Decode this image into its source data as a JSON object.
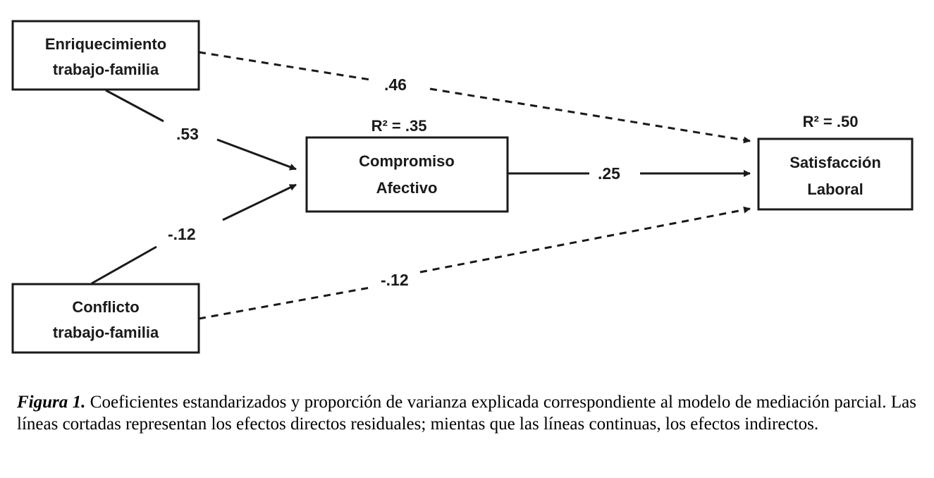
{
  "nodes": {
    "enriquecimiento": {
      "line1": "Enriquecimiento",
      "line2": "trabajo-familia"
    },
    "conflicto": {
      "line1": "Conflicto",
      "line2": "trabajo-familia"
    },
    "compromiso": {
      "line1": "Compromiso",
      "line2": "Afectivo",
      "r2": "R² = .35"
    },
    "satisfaccion": {
      "line1": "Satisfacción",
      "line2": "Laboral",
      "r2": "R² = .50"
    }
  },
  "paths": {
    "enriquecimiento_compromiso": ".53",
    "conflicto_compromiso": "-.12",
    "compromiso_satisfaccion": ".25",
    "enriquecimiento_satisfaccion": ".46",
    "conflicto_satisfaccion": "-.12"
  },
  "caption": {
    "label": "Figura 1.",
    "text": " Coeficientes estandarizados y proporción de varianza explicada correspondiente al modelo de mediación parcial. Las líneas cortadas representan los efectos directos residuales; mientas que las líneas continuas, los efectos indirectos."
  }
}
